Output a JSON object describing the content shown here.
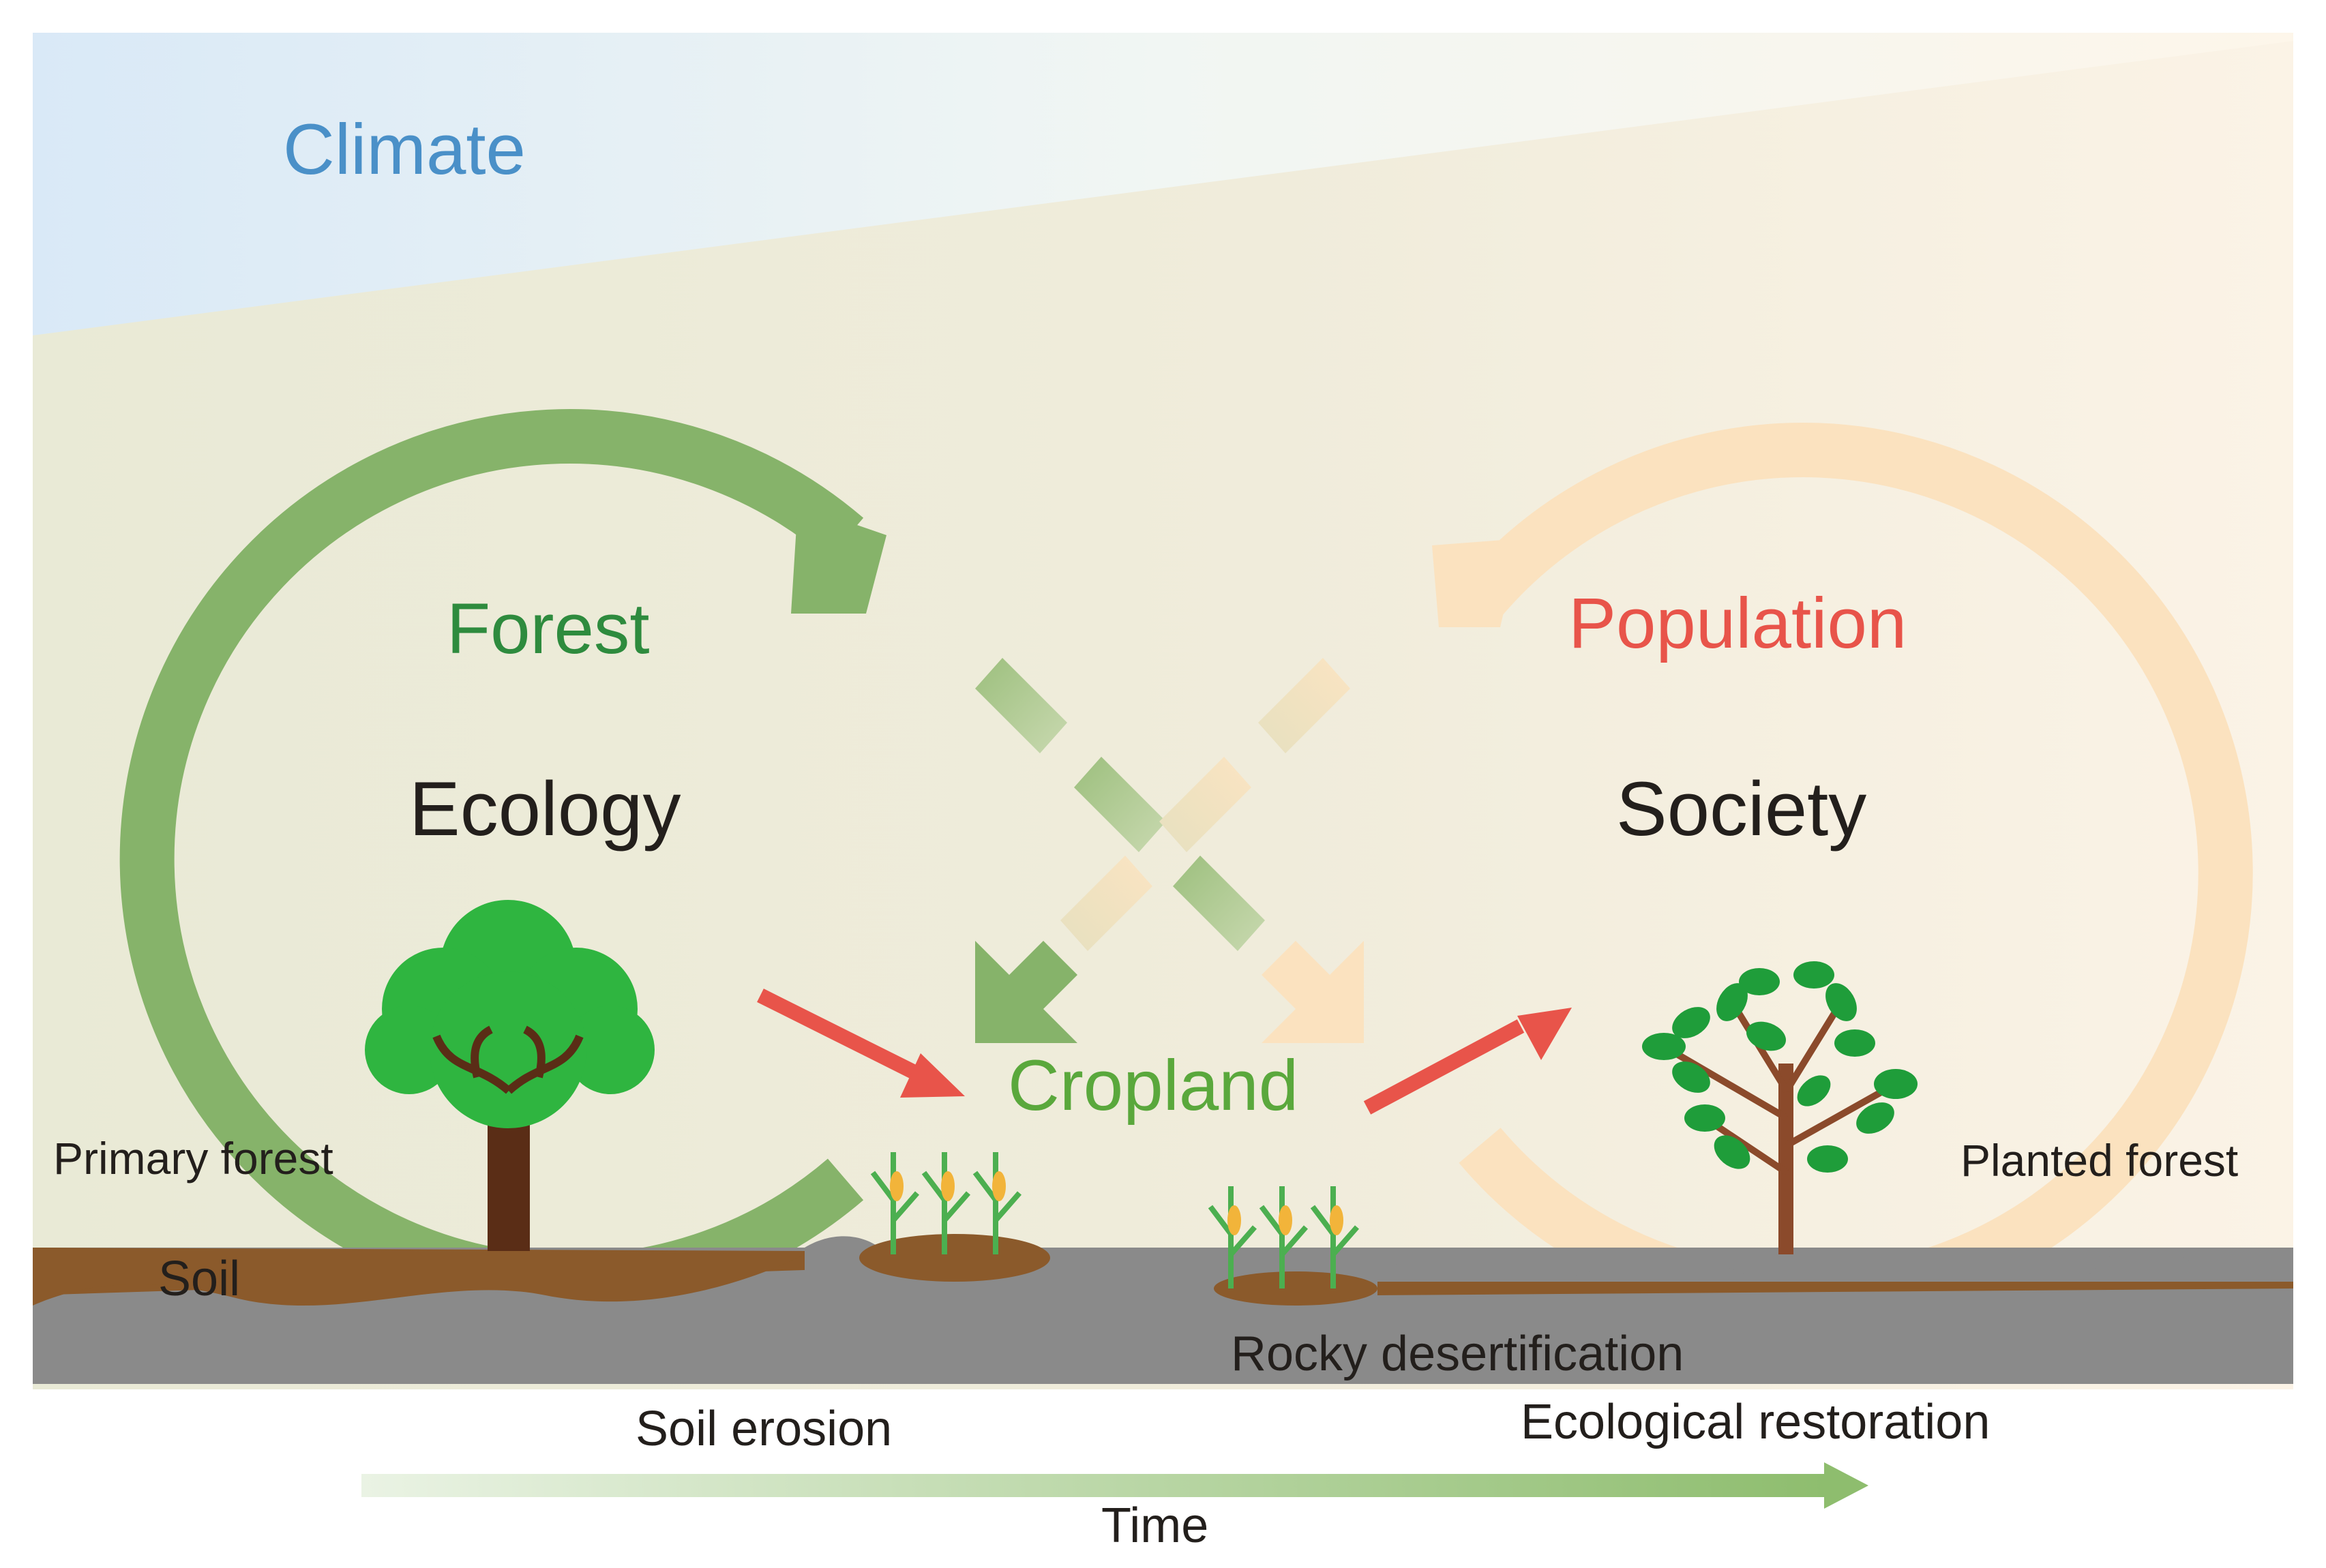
{
  "labels": {
    "climate": "Climate",
    "forest": "Forest",
    "ecology": "Ecology",
    "population": "Population",
    "society": "Society",
    "cropland": "Cropland",
    "primary_forest": "Primary forest",
    "planted_forest": "Planted forest",
    "soil": "Soil",
    "rocky_desertification": "Rocky desertification",
    "soil_erosion": "Soil erosion",
    "ecological_restoration": "Ecological restoration",
    "time": "Time"
  },
  "colors": {
    "climate_text": "#4a90c8",
    "forest_text": "#2e8b3e",
    "population_text": "#e8544a",
    "cropland_text": "#5aa83c",
    "dark_text": "#231f1c",
    "ecology_cycle": "#86b36a",
    "society_cycle": "#fbe2bf",
    "red_arrow": "#e8544a",
    "rock": "#8a8a8a",
    "soil": "#8b5a2b",
    "tree_green": "#2fb540",
    "trunk": "#5a2d16"
  },
  "icons": {
    "primary_tree": "broadleaf-tree-icon",
    "planted_tree": "sapling-tree-icon",
    "crop": "corn-plant-icon"
  }
}
